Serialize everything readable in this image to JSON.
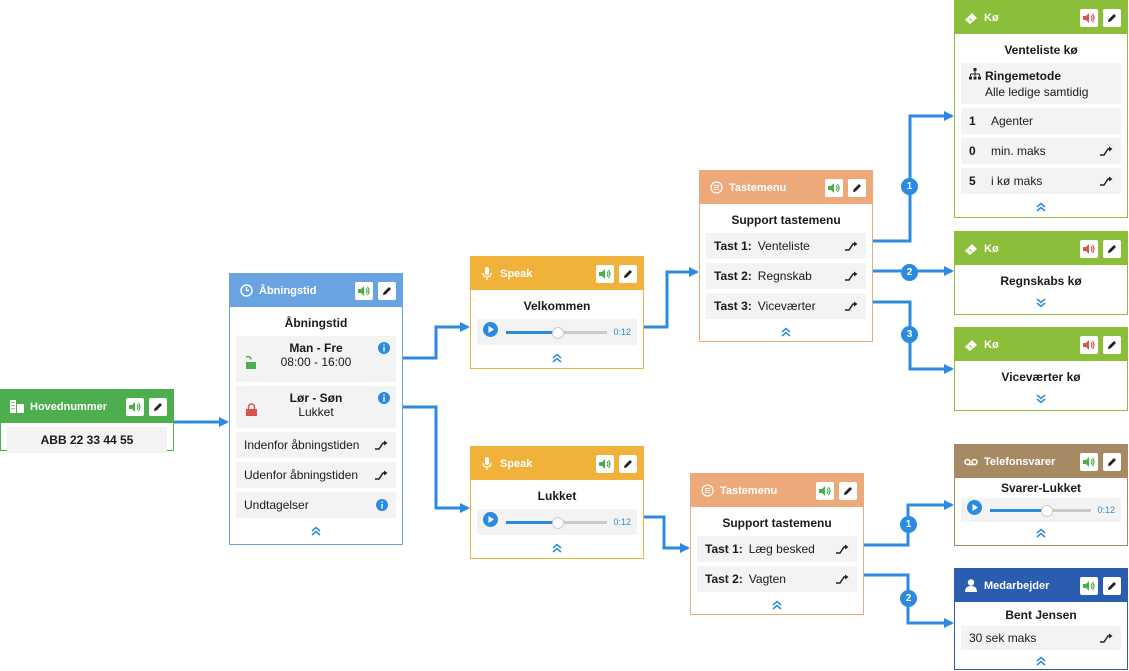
{
  "colors": {
    "blue": "#2b8be0",
    "green": "#4cae4c",
    "lightblue": "#6aa3e2",
    "orange": "#f0b23a",
    "peach": "#eda97a",
    "lime": "#8bbf3a",
    "olive": "#a78a63",
    "darkblue": "#2a5db0"
  },
  "hovednummer": {
    "type": "Hovednummer",
    "number": "ABB 22 33 44 55"
  },
  "aabningstid": {
    "type": "Åbningstid",
    "title": "Åbningstid",
    "weekday": {
      "days": "Man - Fre",
      "hours": "08:00 - 16:00"
    },
    "weekend": {
      "days": "Lør - Søn",
      "status": "Lukket"
    },
    "inside": "Indenfor åbningstiden",
    "outside": "Udenfor åbningstiden",
    "exceptions": "Undtagelser"
  },
  "speak1": {
    "type": "Speak",
    "title": "Velkommen",
    "time": "0:12",
    "progress": 0.5
  },
  "speak2": {
    "type": "Speak",
    "title": "Lukket",
    "time": "0:12",
    "progress": 0.5
  },
  "menu1": {
    "type": "Tastemenu",
    "title": "Support tastemenu",
    "options": [
      {
        "key": "Tast 1:",
        "label": "Venteliste"
      },
      {
        "key": "Tast 2:",
        "label": "Regnskab"
      },
      {
        "key": "Tast 3:",
        "label": "Viceværter"
      }
    ]
  },
  "menu2": {
    "type": "Tastemenu",
    "title": "Support tastemenu",
    "options": [
      {
        "key": "Tast 1:",
        "label": "Læg besked"
      },
      {
        "key": "Tast 2:",
        "label": "Vagten"
      }
    ]
  },
  "queue1": {
    "type": "Kø",
    "title": "Venteliste kø",
    "ring_label": "Ringemetode",
    "ring_value": "Alle ledige samtidig",
    "stats": [
      {
        "num": "1",
        "label": "Agenter"
      },
      {
        "num": "0",
        "label": "min. maks"
      },
      {
        "num": "5",
        "label": "i kø maks"
      }
    ]
  },
  "queue2": {
    "type": "Kø",
    "title": "Regnskabs kø"
  },
  "queue3": {
    "type": "Kø",
    "title": "Viceværter kø"
  },
  "voicemail": {
    "type": "Telefonsvarer",
    "title": "Svarer-Lukket",
    "time": "0:12",
    "progress": 0.55
  },
  "employee": {
    "type": "Medarbejder",
    "title": "Bent Jensen",
    "detail": "30 sek maks"
  },
  "badges": {
    "b1": "1",
    "b2": "2",
    "b3": "3",
    "b4": "1",
    "b5": "2"
  }
}
